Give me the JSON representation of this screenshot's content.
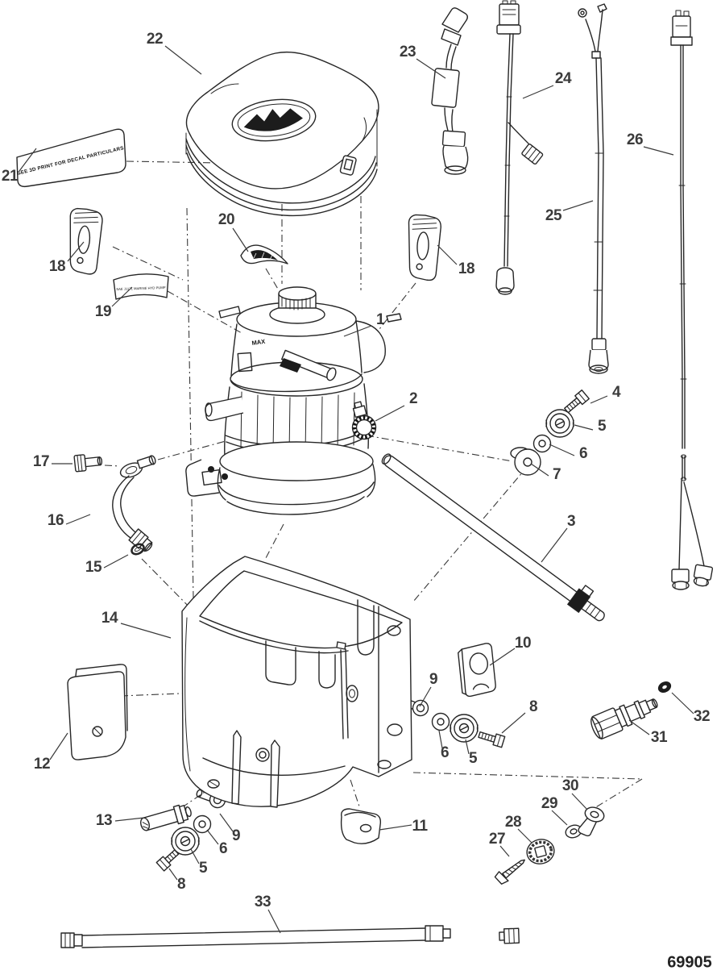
{
  "figure": {
    "drawing_number": "69905"
  },
  "markings": {
    "decal_21": "SEE 3D PRINT FOR DECAL PARTICULARS",
    "label_19": "SAE J1171 MARINE HYD PUMP",
    "reservoir_max": "MAX"
  },
  "callouts": [
    {
      "label": "22"
    },
    {
      "label": "21"
    },
    {
      "label": "23"
    },
    {
      "label": "24"
    },
    {
      "label": "26"
    },
    {
      "label": "25"
    },
    {
      "label": "18"
    },
    {
      "label": "20"
    },
    {
      "label": "18"
    },
    {
      "label": "19"
    },
    {
      "label": "1"
    },
    {
      "label": "2"
    },
    {
      "label": "4"
    },
    {
      "label": "5"
    },
    {
      "label": "6"
    },
    {
      "label": "7"
    },
    {
      "label": "17"
    },
    {
      "label": "16"
    },
    {
      "label": "3"
    },
    {
      "label": "15"
    },
    {
      "label": "14"
    },
    {
      "label": "10"
    },
    {
      "label": "9"
    },
    {
      "label": "8"
    },
    {
      "label": "32"
    },
    {
      "label": "31"
    },
    {
      "label": "6"
    },
    {
      "label": "5"
    },
    {
      "label": "12"
    },
    {
      "label": "30"
    },
    {
      "label": "29"
    },
    {
      "label": "13"
    },
    {
      "label": "28"
    },
    {
      "label": "11"
    },
    {
      "label": "9"
    },
    {
      "label": "27"
    },
    {
      "label": "6"
    },
    {
      "label": "5"
    },
    {
      "label": "8"
    },
    {
      "label": "33"
    }
  ]
}
